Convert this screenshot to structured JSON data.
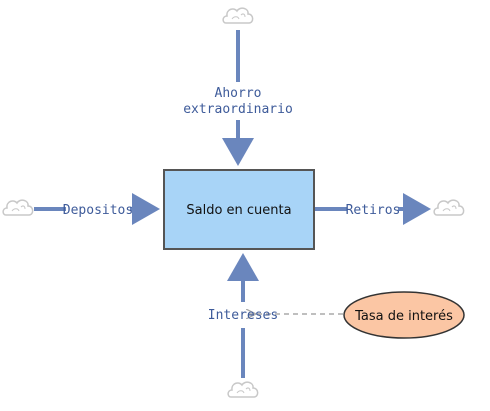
{
  "stock": {
    "label": "Saldo en cuenta"
  },
  "flows": {
    "ahorro": {
      "line1": "Ahorro",
      "line2": "extraordinario"
    },
    "depositos": {
      "label": "Depositos"
    },
    "retiros": {
      "label": "Retiros"
    },
    "intereses": {
      "label": "Intereses"
    }
  },
  "auxiliary": {
    "label": "Tasa de interés"
  },
  "colors": {
    "stock_fill": "#a8d4f7",
    "stock_border": "#555555",
    "flow": "#6a86bd",
    "flow_text": "#3e5b9a",
    "aux_fill": "#fbc6a4",
    "aux_border": "#333333",
    "connector": "#aaaaaa",
    "cloud_stroke": "#c8c8c8"
  }
}
